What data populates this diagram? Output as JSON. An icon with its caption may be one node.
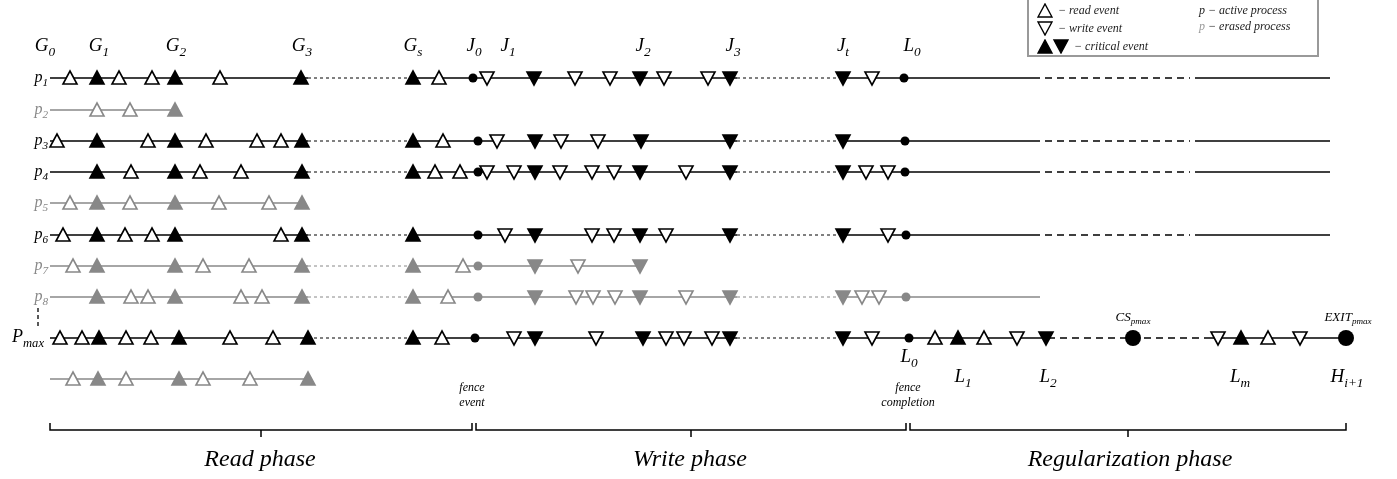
{
  "diagram": {
    "labels": [
      "G$_{0}$",
      "G$_{1}$",
      "G$_{2}$",
      "G$_{3}$",
      "G$_{s}$",
      "J$_{0}$",
      "J$_{1}$",
      "J$_{2}$",
      "J$_{3}$",
      "J$_{t}$",
      "L$_{0}$",
      "p$_{1}$",
      "p$_{2}$",
      "p$_{3}$",
      "p$_{4}$",
      "p$_{5}$",
      "p$_{6}$",
      "p$_{7}$",
      "p$_{8}$",
      "P$_{max}$",
      "CS$_{pmax}$",
      "EXIT$_{pmax}$",
      "L$_{0}$",
      "L$_{1}$",
      "L$_{2}$",
      "L$_{m}$",
      "H$_{i+1}$",
      "fence event",
      "fence completion",
      "Read phase",
      "Write phase",
      "Regularization phase"
    ],
    "legend": [
      {
        "text": "− read event"
      },
      {
        "text": "− write event"
      },
      {
        "text": "− critical event"
      },
      {
        "text": "p − active process"
      },
      {
        "text": "p − erased process"
      }
    ]
  }
}
